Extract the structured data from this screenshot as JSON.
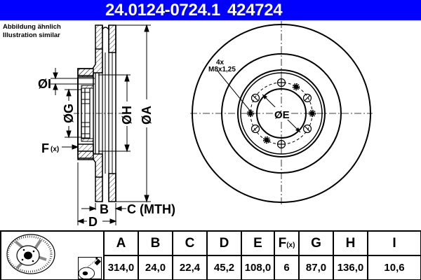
{
  "header": {
    "part_number": "24.0124-0724.1",
    "reference_number": "424724",
    "background_color": "#0000ff"
  },
  "disclaimer": {
    "line1": "Abbildung ähnlich",
    "line2": "Illustration similar"
  },
  "side_view": {
    "labels": {
      "I": "ØI",
      "G": "ØG",
      "H": "ØH",
      "A": "ØA",
      "F": "F",
      "F_sub": "(x)",
      "B": "B",
      "C": "C (MTH)",
      "D": "D"
    }
  },
  "front_view": {
    "thread_count": "4x",
    "thread_spec": "M8x1,25",
    "E_label": "ØE"
  },
  "spec_table": {
    "columns": [
      "A",
      "B",
      "C",
      "D",
      "E",
      "F",
      "G",
      "H",
      "I"
    ],
    "F_sub": "(x)",
    "values": [
      "314,0",
      "24,0",
      "22,4",
      "45,2",
      "108,0",
      "6",
      "87,0",
      "136,0",
      "10,6"
    ],
    "icons": [
      "brake-disc-rotor-image",
      "cleaning-spray-icon"
    ]
  }
}
